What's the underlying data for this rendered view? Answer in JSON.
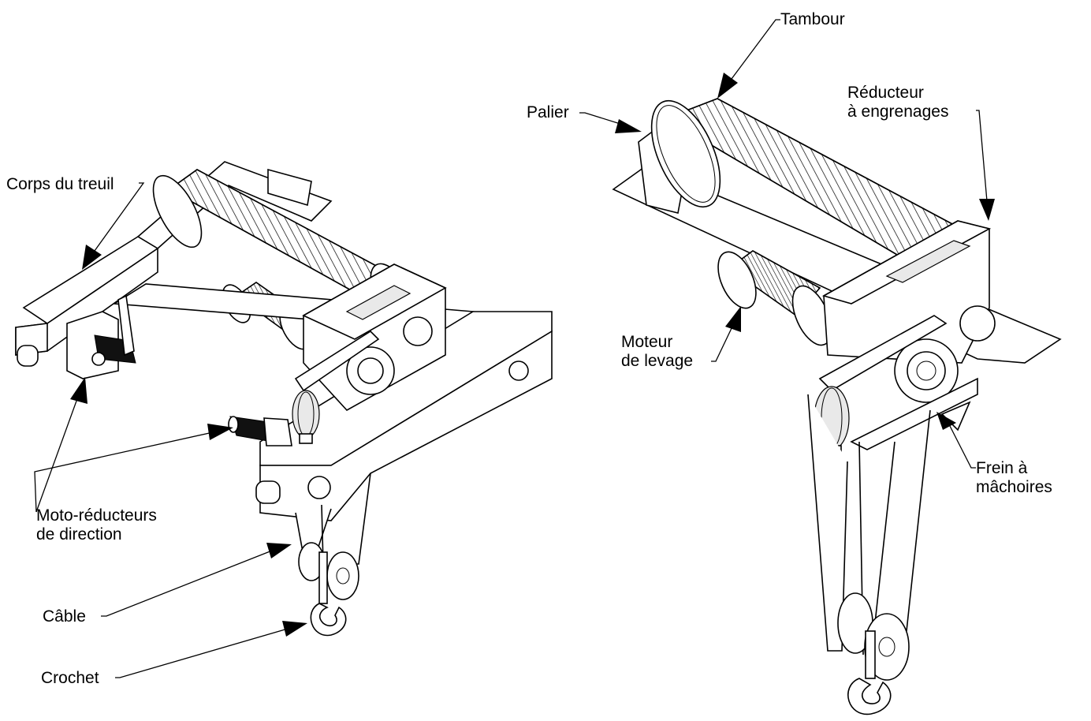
{
  "labels": {
    "corps_du_treuil": "Corps du treuil",
    "moto_reducteurs_line1": "Moto-réducteurs",
    "moto_reducteurs_line2": "de direction",
    "cable": "Câble",
    "crochet": "Crochet",
    "tambour": "Tambour",
    "palier": "Palier",
    "reducteur_line1": "Réducteur",
    "reducteur_line2": "à engrenages",
    "moteur_line1": "Moteur",
    "moteur_line2": "de levage",
    "frein_line1": "Frein à",
    "frein_line2": "mâchoires"
  },
  "colors": {
    "line": "#000000",
    "background": "#ffffff",
    "shade": "#e9e9e9"
  }
}
